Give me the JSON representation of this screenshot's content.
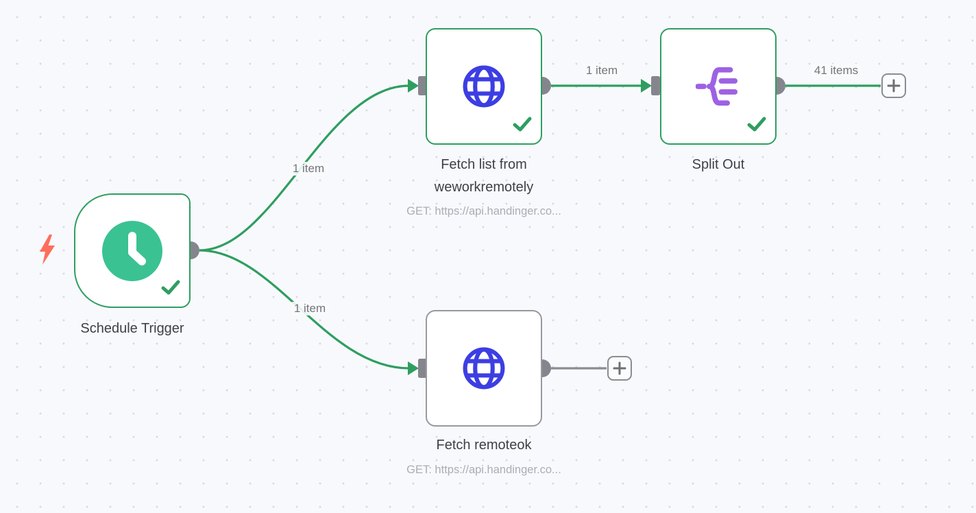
{
  "app": "workflow-editor",
  "colors": {
    "success_green": "#2e9e60",
    "idle_gray": "#98999f",
    "port_gray": "#85868d",
    "http_icon_blue": "#3c3ee2",
    "split_icon_purple": "#9d62e3",
    "clock_teal": "#3ac293",
    "trigger_bolt_coral": "#ff6d5c",
    "canvas_background": "#f8f9fc"
  },
  "nodes": [
    {
      "id": "schedule-trigger",
      "title": "Schedule Trigger",
      "icon": "clock-icon",
      "status": "success"
    },
    {
      "id": "fetch-list-weworkremotely",
      "title": "Fetch list from weworkremotely",
      "subtitle": "GET: https://api.handinger.co...",
      "icon": "globe-icon",
      "status": "success"
    },
    {
      "id": "split-out",
      "title": "Split Out",
      "icon": "split-out-icon",
      "status": "success"
    },
    {
      "id": "fetch-remoteok",
      "title": "Fetch remoteok",
      "subtitle": "GET: https://api.handinger.co...",
      "icon": "globe-icon",
      "status": "idle"
    }
  ],
  "connections": [
    {
      "from": "Schedule Trigger",
      "to": "Fetch list from weworkremotely",
      "label": "1 item",
      "status": "success"
    },
    {
      "from": "Schedule Trigger",
      "to": "Fetch remoteok",
      "label": "1 item",
      "status": "success"
    },
    {
      "from": "Fetch list from weworkremotely",
      "to": "Split Out",
      "label": "1 item",
      "status": "success"
    },
    {
      "from": "Split Out",
      "to": "add-node",
      "label": "41 items",
      "status": "success"
    },
    {
      "from": "Fetch remoteok",
      "to": "add-node",
      "label": "",
      "status": "idle"
    }
  ]
}
